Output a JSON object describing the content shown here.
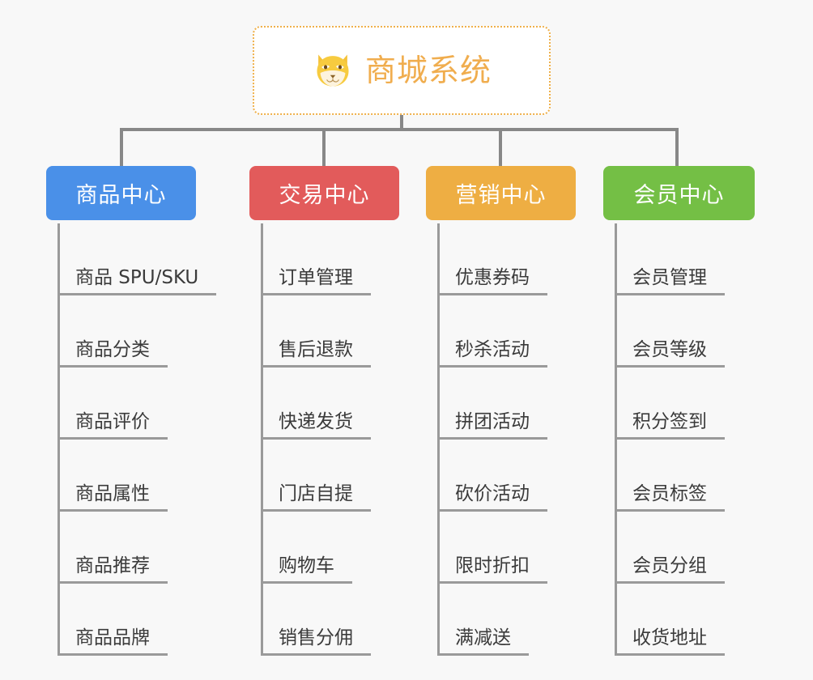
{
  "page": {
    "background_color": "#f8f8f8",
    "line_color": "#888888",
    "leaf_line_color": "#9a9a9a",
    "leaf_text_color": "#3b3b3b"
  },
  "root": {
    "title": "商城系统",
    "icon": "shiba-dog-face-icon",
    "text_color": "#f0ad4e",
    "border_color": "#efb04a",
    "background_color": "#ffffff"
  },
  "branches": [
    {
      "id": "product-center",
      "label": "商品中心",
      "color": "#4a90e8",
      "items": [
        "商品 SPU/SKU",
        "商品分类",
        "商品评价",
        "商品属性",
        "商品推荐",
        "商品品牌"
      ]
    },
    {
      "id": "trade-center",
      "label": "交易中心",
      "color": "#e25b5b",
      "items": [
        "订单管理",
        "售后退款",
        "快递发货",
        "门店自提",
        "购物车",
        "销售分佣"
      ]
    },
    {
      "id": "marketing-center",
      "label": "营销中心",
      "color": "#eeae43",
      "items": [
        "优惠券码",
        "秒杀活动",
        "拼团活动",
        "砍价活动",
        "限时折扣",
        "满减送"
      ]
    },
    {
      "id": "member-center",
      "label": "会员中心",
      "color": "#74bf45",
      "items": [
        "会员管理",
        "会员等级",
        "积分签到",
        "会员标签",
        "会员分组",
        "收货地址"
      ]
    }
  ]
}
